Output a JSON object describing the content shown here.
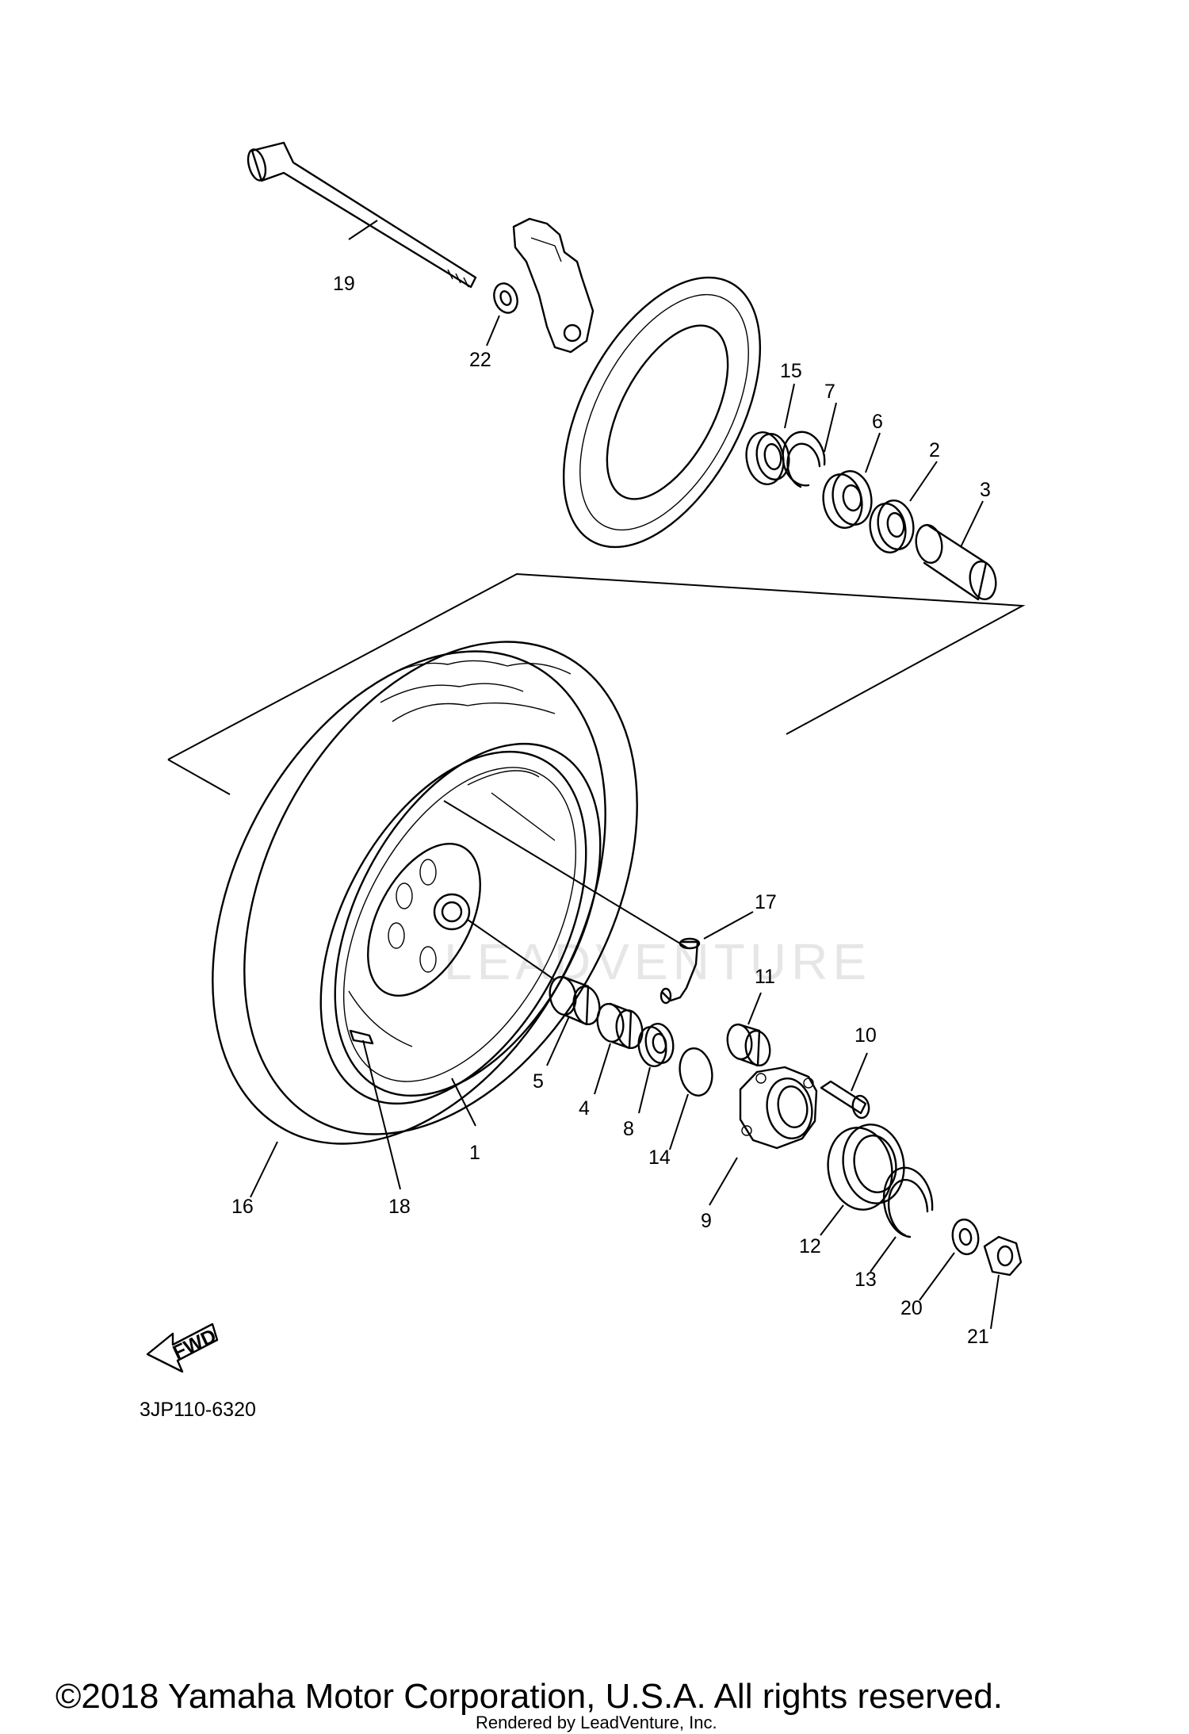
{
  "diagram": {
    "labels": {
      "p1": "1",
      "p2": "2",
      "p3": "3",
      "p4": "4",
      "p5": "5",
      "p6": "6",
      "p7": "7",
      "p8": "8",
      "p9": "9",
      "p10": "10",
      "p11": "11",
      "p12": "12",
      "p13": "13",
      "p14": "14",
      "p15": "15",
      "p16": "16",
      "p17": "17",
      "p18": "18",
      "p19": "19",
      "p20": "20",
      "p21": "21",
      "p22": "22"
    },
    "fwd_label": "FWD",
    "diagram_code": "3JP110-6320",
    "watermark": "LEADVENTURE",
    "copyright": "©2018 Yamaha Motor Corporation, U.S.A. All rights reserved.",
    "rendered_by": "Rendered by LeadVenture, Inc."
  }
}
